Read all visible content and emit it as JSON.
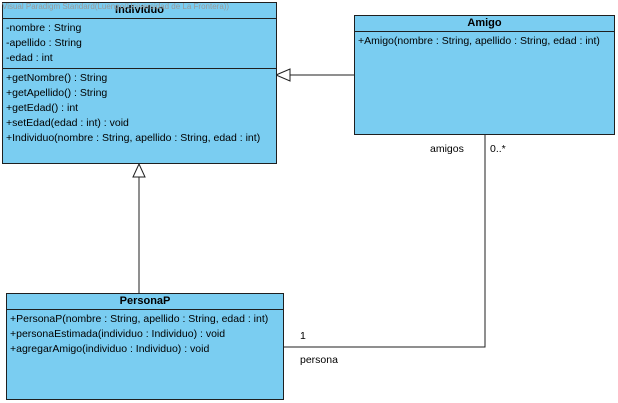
{
  "watermark": "Visual Paradigm Standard(Luengo(Universidad de La Frontera))",
  "classes": {
    "individuo": {
      "name": "Individuo",
      "attributes": [
        "-nombre : String",
        "-apellido : String",
        "-edad : int"
      ],
      "operations": [
        "+getNombre() : String",
        "+getApellido() : String",
        "+getEdad() : int",
        "+setEdad(edad : int) : void",
        "+Individuo(nombre : String, apellido : String, edad : int)"
      ]
    },
    "amigo": {
      "name": "Amigo",
      "operations": [
        "+Amigo(nombre : String, apellido : String, edad : int)"
      ]
    },
    "personaP": {
      "name": "PersonaP",
      "operations": [
        "+PersonaP(nombre : String, apellido : String, edad : int)",
        "+personaEstimada(individuo : Individuo) : void",
        "+agregarAmigo(individuo : Individuo) : void"
      ]
    }
  },
  "association": {
    "role_amigo": "amigos",
    "multiplicity_amigo": "0..*",
    "role_persona": "persona",
    "multiplicity_persona": "1"
  },
  "colors": {
    "class_fill": "#7acdf1",
    "line": "#1f1f1f"
  }
}
